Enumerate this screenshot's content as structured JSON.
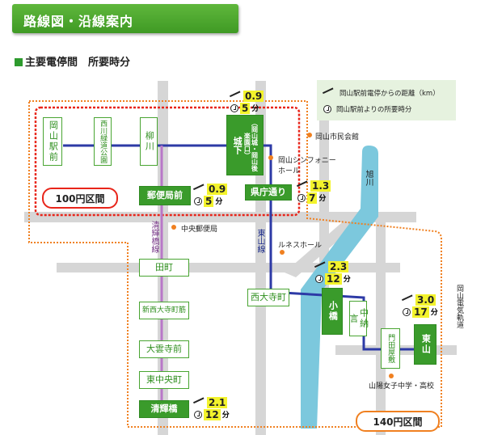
{
  "header": {
    "title": "路線図・沿線案内"
  },
  "subtitle": "主要電停間　所要時分",
  "legend": {
    "distance_label": "岡山駅前電停からの距離（km）",
    "time_label": "岡山駅前よりの所要時分"
  },
  "stations": {
    "okayama_ekimae": "岡山駅前",
    "nishigawa": "西川緑道公園",
    "yanagawa": "柳川",
    "shiroshita": "城下",
    "shiroshita_sub": "（岡山城・岡山後楽園口）",
    "yubinkyoku": "郵便局前",
    "kencho": "県庁通り",
    "tamachi": "田町",
    "shin_saidaiji": "新西大寺町筋",
    "osaiji": "大雲寺前",
    "higashi_chuo": "東中央町",
    "seikibashi": "清輝橋",
    "saidaijicho": "西大寺町",
    "kobashi": "小橋",
    "nakanocho": "中納言",
    "kadota": "門田屋敷",
    "higashiyama": "東山"
  },
  "landmarks": {
    "shimin_kaikan": "岡山市民会館",
    "symphony": "岡山シンフォニーホール",
    "chuo_yubin": "中央郵便局",
    "runesu": "ルネスホール",
    "sanyo": "山陽女子中学・高校",
    "asahi": "旭川",
    "denki": "岡山電気軌道",
    "seiki_line": "清輝橋線",
    "higashiyama_line": "東山線"
  },
  "zones": {
    "zone100": "100円区間",
    "zone140": "140円区間"
  },
  "distances": [
    {
      "id": "shiroshita",
      "km": "0.9",
      "min": "5",
      "unit": "分"
    },
    {
      "id": "yubinkyoku",
      "km": "0.9",
      "min": "5",
      "unit": "分"
    },
    {
      "id": "kencho",
      "km": "1.3",
      "min": "7",
      "unit": "分"
    },
    {
      "id": "saidaijicho",
      "km": "2.3",
      "min": "12",
      "unit": "分"
    },
    {
      "id": "higashiyama",
      "km": "3.0",
      "min": "17",
      "unit": "分"
    },
    {
      "id": "seikibashi",
      "km": "2.1",
      "min": "12",
      "unit": "分"
    }
  ],
  "colors": {
    "green": "#3a9b2b",
    "blue_line": "#2d3aa6",
    "purple_line": "#b877c8",
    "river": "#7cc8dd",
    "road": "#d6d6d6",
    "zone100": "#e8251a",
    "zone140": "#f08020"
  }
}
